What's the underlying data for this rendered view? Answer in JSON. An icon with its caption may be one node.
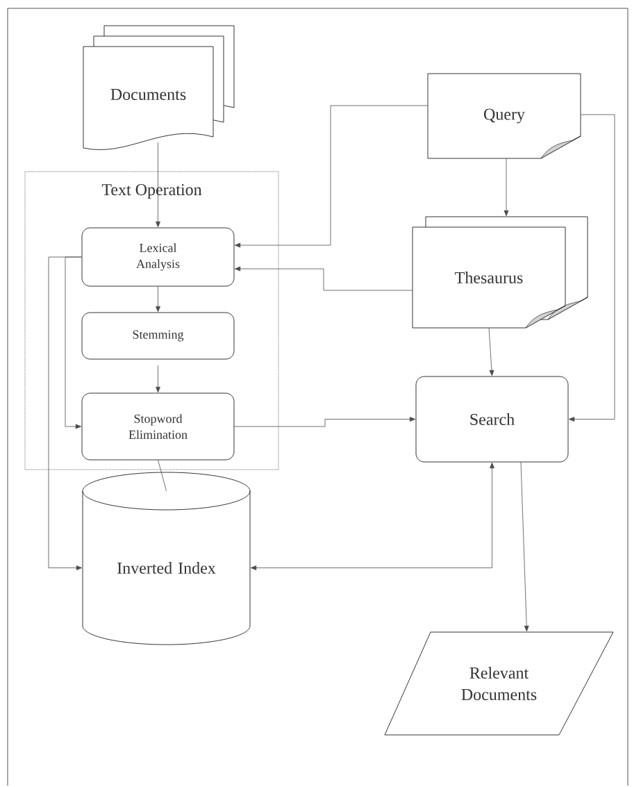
{
  "diagram": {
    "nodes": [
      {
        "text": [
          "Documents"
        ]
      },
      {
        "text": [
          "Text Operation"
        ]
      },
      {
        "text": [
          "Lexical Analysis"
        ],
        "in": 1
      },
      {
        "text": [
          "Stemming"
        ],
        "in": 1
      },
      {
        "text": [
          "Stopword Elimination"
        ],
        "in": 1
      },
      {
        "text": [
          "Query"
        ]
      },
      {
        "text": [
          "Thesaurus"
        ]
      },
      {
        "text": [
          "Search"
        ]
      },
      {
        "text": [
          "Inverted Index"
        ]
      },
      {
        "text": [
          "Relevant Documents"
        ]
      }
    ],
    "edges": [
      {
        "from": 0,
        "to": 2,
        "arrow": "to"
      },
      {
        "from": 5,
        "to": 2,
        "arrow": "to"
      },
      {
        "from": 6,
        "to": 2,
        "arrow": "to"
      },
      {
        "from": 5,
        "to": 6,
        "arrow": "to"
      },
      {
        "from": 5,
        "to": 7,
        "arrow": "to"
      },
      {
        "from": 2,
        "to": 3,
        "arrow": "to"
      },
      {
        "from": 3,
        "to": 4,
        "arrow": "to"
      },
      {
        "from": 2,
        "to": 4,
        "arrow": "to"
      },
      {
        "from": 2,
        "to": 8,
        "arrow": "to"
      },
      {
        "from": 4,
        "to": 8,
        "arrow": "none"
      },
      {
        "from": 4,
        "to": 7,
        "arrow": "to"
      },
      {
        "from": 6,
        "to": 7,
        "arrow": "to"
      },
      {
        "from": 8,
        "to": 7,
        "arrow": "both"
      },
      {
        "from": 7,
        "to": 9,
        "arrow": "to"
      }
    ]
  }
}
